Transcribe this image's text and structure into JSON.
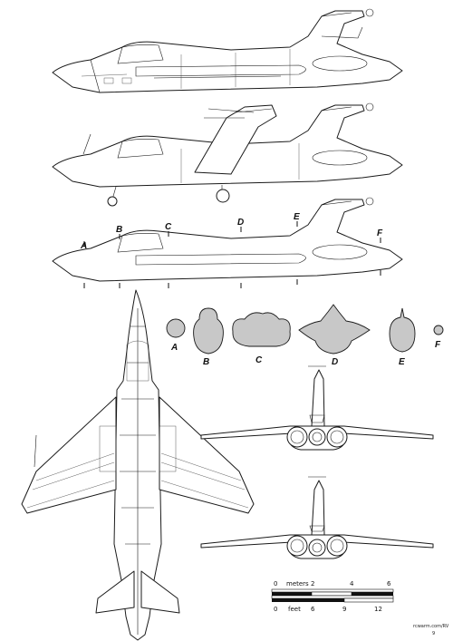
{
  "drawing": {
    "section_labels": [
      "A",
      "B",
      "C",
      "D",
      "E",
      "F"
    ],
    "scale_bar": {
      "meters_unit": "meters",
      "meters_ticks": [
        "0",
        "2",
        "4",
        "6"
      ],
      "feet_unit": "feet",
      "feet_ticks": [
        "0",
        "6",
        "9",
        "12"
      ]
    },
    "credit": "rcwarm.com/RV",
    "page_number": "9",
    "colors": {
      "line": "#1a1a1a",
      "section_fill": "#c8c8c8",
      "background": "#ffffff"
    }
  }
}
